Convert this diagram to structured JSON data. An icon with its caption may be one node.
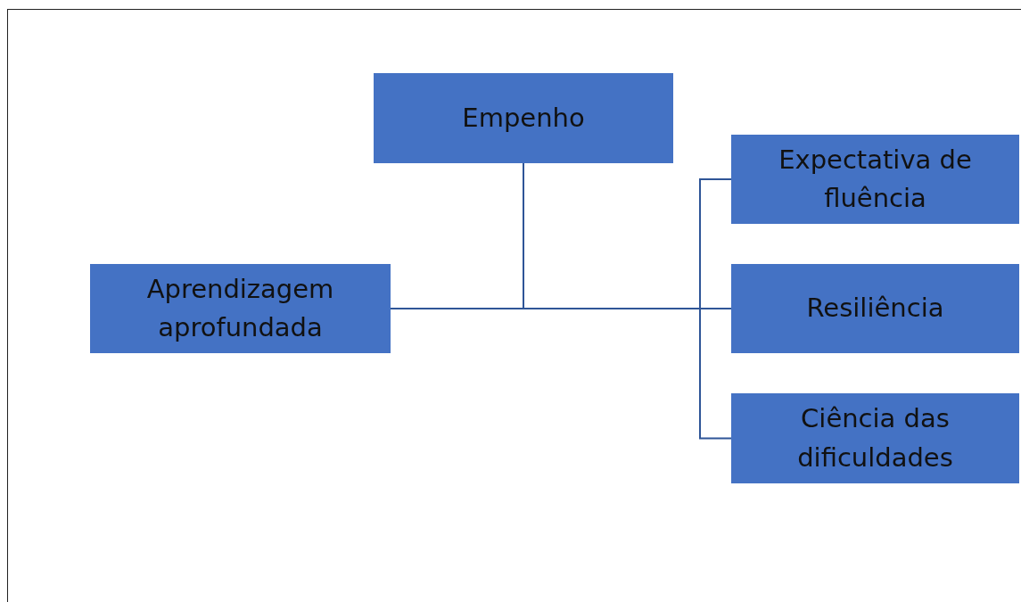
{
  "diagram": {
    "nodes": [
      {
        "text": [
          "Empenho"
        ]
      },
      {
        "text": [
          "Expectativa de fluência"
        ]
      },
      {
        "text": [
          "Aprendizagem aprofundada"
        ]
      },
      {
        "text": [
          "Resiliência"
        ]
      },
      {
        "text": [
          "Ciência das dificuldades"
        ]
      }
    ],
    "edges": [
      {
        "from": 2,
        "to": 0,
        "arrow": "none"
      },
      {
        "from": 2,
        "to": 1,
        "arrow": "none"
      },
      {
        "from": 2,
        "to": 3,
        "arrow": "none"
      },
      {
        "from": 2,
        "to": 4,
        "arrow": "none"
      }
    ]
  }
}
